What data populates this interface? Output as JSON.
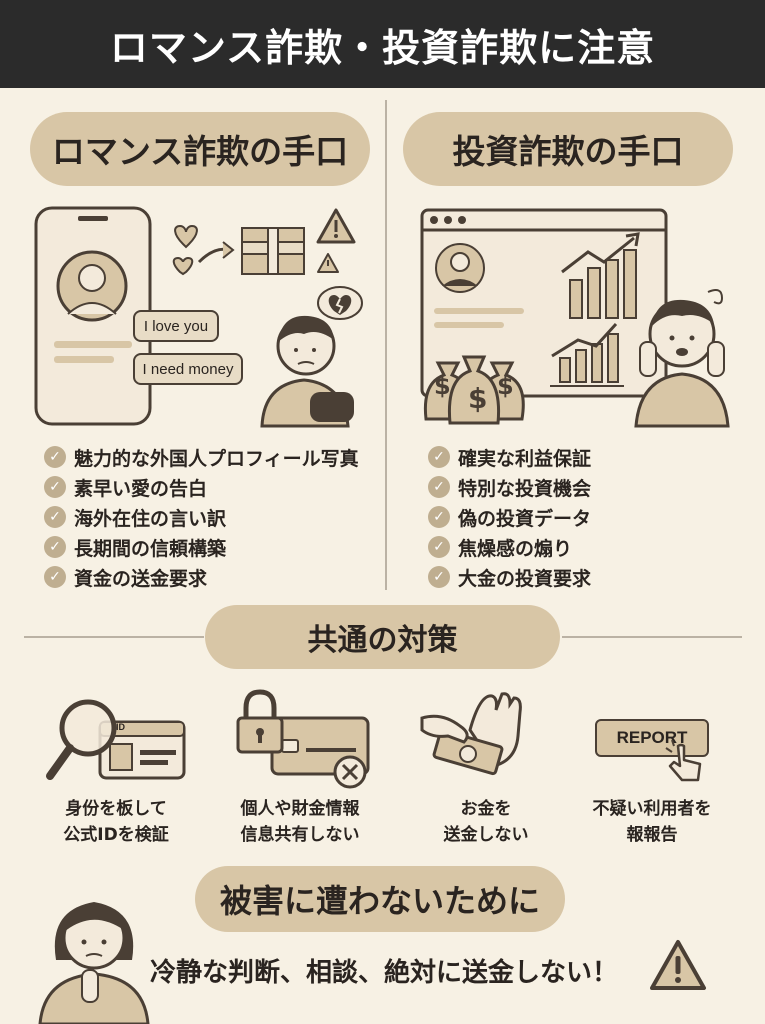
{
  "title": "ロマンス詐欺・投資詐欺に注意",
  "romance": {
    "heading": "ロマンス詐欺の手口",
    "chat_1": "I love you",
    "chat_2": "I need money",
    "points": [
      "魅力的な外国人プロフィール写真",
      "素早い愛の告白",
      "海外在住の言い訳",
      "長期間の信頼構築",
      "資金の送金要求"
    ]
  },
  "investment": {
    "heading": "投資詐欺の手口",
    "money_symbol": "$",
    "points": [
      "確実な利益保証",
      "特別な投資機会",
      "偽の投資データ",
      "焦燥感の煽り",
      "大金の投資要求"
    ]
  },
  "measures": {
    "heading": "共通の対策",
    "items": [
      {
        "icon": "magnifier-id-card-icon",
        "line1": "身份を板して",
        "line2": "公式IDを検証",
        "badge": "ID"
      },
      {
        "icon": "lock-credit-card-icon",
        "line1": "個人や財金情報",
        "line2": "信息共有しない"
      },
      {
        "icon": "hand-money-icon",
        "line1": "お金を",
        "line2": "送金しない"
      },
      {
        "icon": "report-button-icon",
        "line1": "不疑い利用者を",
        "line2": "報報告",
        "badge": "REPORT"
      }
    ]
  },
  "prevention": {
    "heading": "被害に遭わないために",
    "message": "冷静な判断、相談、絶対に送金しない！"
  },
  "colors": {
    "accent": "#d8c6a6",
    "background": "#f7f1e4",
    "header": "#2b2b2b",
    "ink": "#4a3f35"
  }
}
